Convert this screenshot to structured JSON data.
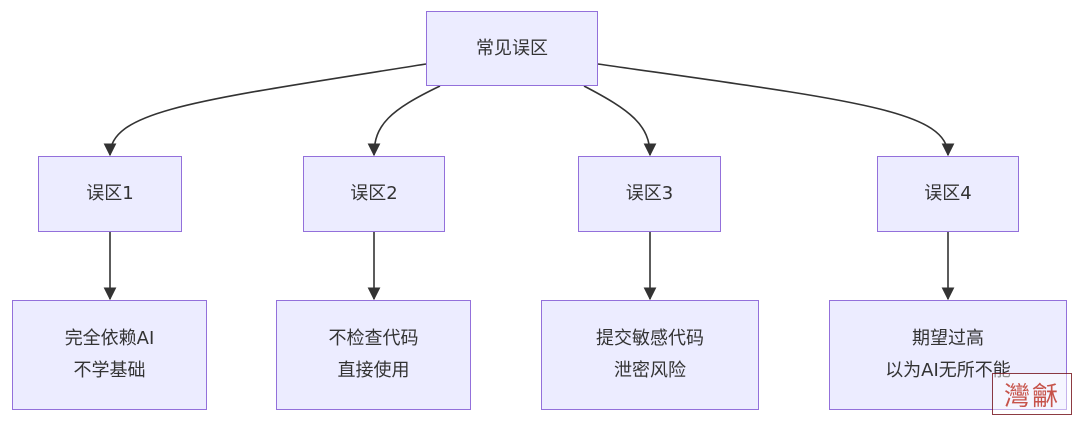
{
  "root": {
    "label": "常见误区"
  },
  "branches": [
    {
      "label": "误区1",
      "detail": [
        "完全依赖AI",
        "不学基础"
      ]
    },
    {
      "label": "误区2",
      "detail": [
        "不检查代码",
        "直接使用"
      ]
    },
    {
      "label": "误区3",
      "detail": [
        "提交敏感代码",
        "泄密风险"
      ]
    },
    {
      "label": "误区4",
      "detail": [
        "期望过高",
        "以为AI无所不能"
      ]
    }
  ],
  "watermark": {
    "text": "灣龢"
  },
  "colors": {
    "node_fill": "#ECECFF",
    "node_border": "#9370DB",
    "edge": "#333333",
    "text": "#333333"
  }
}
